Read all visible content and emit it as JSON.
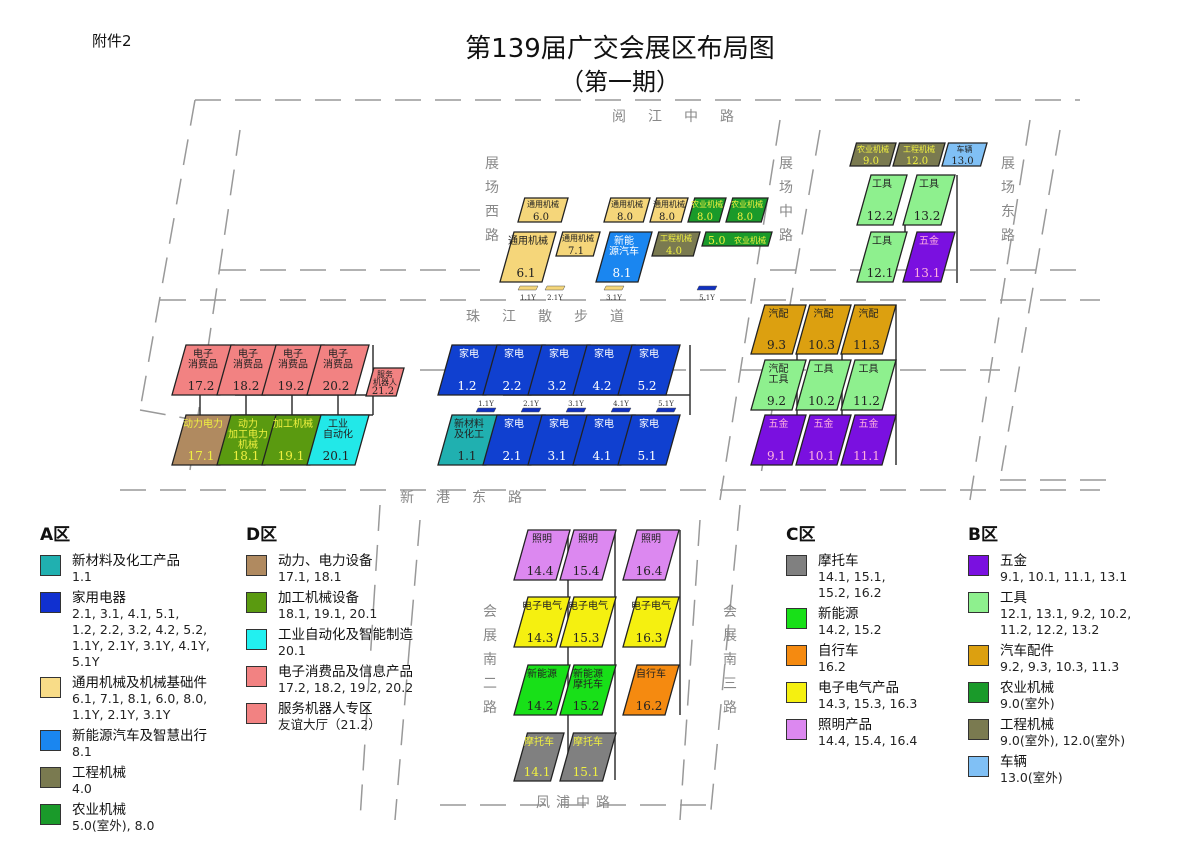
{
  "header": {
    "attachment": "附件2",
    "title": "第139届广交会展区布局图",
    "subtitle": "（第一期）"
  },
  "roads": {
    "north": "阅江中路",
    "middle": "珠江散步道",
    "south": "新港东路",
    "bottom": "凤浦中路",
    "west": "展场西路",
    "center": "展场中路",
    "east": "展场东路",
    "south2": "会展南二路",
    "south3": "会展南三路"
  },
  "halls": [
    {
      "id": "17.2",
      "label": "电子消费品",
      "color": "#f28282"
    },
    {
      "id": "18.2",
      "label": "电子消费品",
      "color": "#f28282"
    },
    {
      "id": "19.2",
      "label": "电子消费品",
      "color": "#f28282"
    },
    {
      "id": "20.2",
      "label": "电子消费品",
      "color": "#f28282"
    },
    {
      "id": "21.2",
      "label": "服务机器人",
      "color": "#f28282"
    },
    {
      "id": "17.1",
      "label": "动力电力",
      "color": "#b08a60"
    },
    {
      "id": "18.1",
      "label": "动力 加工电力 机械",
      "color": "#5a9a10"
    },
    {
      "id": "19.1",
      "label": "加工机械",
      "color": "#5a9a10"
    },
    {
      "id": "20.1",
      "label": "工业自动化",
      "color": "#22e8e8"
    },
    {
      "id": "1.2",
      "label": "家电",
      "color": "#1040d0"
    },
    {
      "id": "2.2",
      "label": "家电",
      "color": "#1040d0"
    },
    {
      "id": "3.2",
      "label": "家电",
      "color": "#1040d0"
    },
    {
      "id": "4.2",
      "label": "家电",
      "color": "#1040d0"
    },
    {
      "id": "5.2",
      "label": "家电",
      "color": "#1040d0"
    },
    {
      "id": "1.1",
      "label": "新材料及化工",
      "color": "#20b0b0"
    },
    {
      "id": "2.1",
      "label": "家电",
      "color": "#1040d0"
    },
    {
      "id": "3.1",
      "label": "家电",
      "color": "#1040d0"
    },
    {
      "id": "4.1",
      "label": "家电",
      "color": "#1040d0"
    },
    {
      "id": "5.1",
      "label": "家电",
      "color": "#1040d0"
    },
    {
      "id": "6.0",
      "label": "通用机械",
      "color": "#f5d67a"
    },
    {
      "id": "6.1",
      "label": "通用机械",
      "color": "#f5d67a"
    },
    {
      "id": "7.1",
      "label": "通用机械",
      "color": "#f5d67a"
    },
    {
      "id": "8.0",
      "label": "通用机械",
      "color": "#f5d67a"
    },
    {
      "id": "8.0",
      "label": "通用机械",
      "color": "#f5d67a"
    },
    {
      "id": "8.0",
      "label": "农业机械",
      "color": "#1a9a2a"
    },
    {
      "id": "8.0",
      "label": "农业机械",
      "color": "#1a9a2a"
    },
    {
      "id": "8.1",
      "label": "新能源汽车",
      "color": "#1a86f0"
    },
    {
      "id": "4.0",
      "label": "工程机械",
      "color": "#7a7a50"
    },
    {
      "id": "5.0",
      "label": "农业机械",
      "color": "#1a9a2a"
    },
    {
      "id": "9.0",
      "label": "农业机械",
      "color": "#7a7a50"
    },
    {
      "id": "12.0",
      "label": "工程机械",
      "color": "#7a7a50"
    },
    {
      "id": "13.0",
      "label": "车辆",
      "color": "#80c0f5"
    },
    {
      "id": "12.2",
      "label": "工具",
      "color": "#8ef08e"
    },
    {
      "id": "13.2",
      "label": "工具",
      "color": "#8ef08e"
    },
    {
      "id": "12.1",
      "label": "工具",
      "color": "#8ef08e"
    },
    {
      "id": "13.1",
      "label": "五金",
      "color": "#7a10e0"
    },
    {
      "id": "9.3",
      "label": "汽配",
      "color": "#dca010"
    },
    {
      "id": "10.3",
      "label": "汽配",
      "color": "#dca010"
    },
    {
      "id": "11.3",
      "label": "汽配",
      "color": "#dca010"
    },
    {
      "id": "9.2",
      "label": "汽配 工具",
      "color": "#8ef08e"
    },
    {
      "id": "10.2",
      "label": "工具",
      "color": "#8ef08e"
    },
    {
      "id": "11.2",
      "label": "工具",
      "color": "#8ef08e"
    },
    {
      "id": "9.1",
      "label": "五金",
      "color": "#7a10e0"
    },
    {
      "id": "10.1",
      "label": "五金",
      "color": "#7a10e0"
    },
    {
      "id": "11.1",
      "label": "五金",
      "color": "#7a10e0"
    },
    {
      "id": "14.4",
      "label": "照明",
      "color": "#dc88f0"
    },
    {
      "id": "15.4",
      "label": "照明",
      "color": "#dc88f0"
    },
    {
      "id": "16.4",
      "label": "照明",
      "color": "#dc88f0"
    },
    {
      "id": "14.3",
      "label": "电子电气",
      "color": "#f5f010"
    },
    {
      "id": "15.3",
      "label": "电子电气",
      "color": "#f5f010"
    },
    {
      "id": "16.3",
      "label": "电子电气",
      "color": "#f5f010"
    },
    {
      "id": "14.2",
      "label": "新能源",
      "color": "#18e018"
    },
    {
      "id": "15.2",
      "label": "新能源 摩托车",
      "color": "#18e018"
    },
    {
      "id": "16.2",
      "label": "自行车",
      "color": "#f58a10"
    },
    {
      "id": "14.1",
      "label": "摩托车",
      "color": "#808080"
    },
    {
      "id": "15.1",
      "label": "摩托车",
      "color": "#808080"
    }
  ],
  "y_halls": [
    "1.1Y",
    "2.1Y",
    "3.1Y",
    "5.1Y",
    "1.1Y",
    "2.1Y",
    "3.1Y",
    "4.1Y",
    "5.1Y"
  ],
  "legend": {
    "A": {
      "title": "A区",
      "items": [
        {
          "name": "新材料及化工产品",
          "codes": "1.1",
          "color": "#20b0b0"
        },
        {
          "name": "家用电器",
          "codes": "2.1, 3.1, 4.1, 5.1,\n1.2, 2.2, 3.2, 4.2, 5.2,\n1.1Y, 2.1Y, 3.1Y, 4.1Y, 5.1Y",
          "color": "#1030d0"
        },
        {
          "name": "通用机械及机械基础件",
          "codes": "6.1, 7.1, 8.1, 6.0, 8.0,\n1.1Y, 2.1Y, 3.1Y",
          "color": "#f8dc88"
        },
        {
          "name": "新能源汽车及智慧出行",
          "codes": "8.1",
          "color": "#1a86f0"
        },
        {
          "name": "工程机械",
          "codes": "4.0",
          "color": "#7a7a50"
        },
        {
          "name": "农业机械",
          "codes": "5.0(室外), 8.0",
          "color": "#1a9a2a"
        }
      ]
    },
    "D": {
      "title": "D区",
      "items": [
        {
          "name": "动力、电力设备",
          "codes": "17.1, 18.1",
          "color": "#b08a60"
        },
        {
          "name": "加工机械设备",
          "codes": "18.1, 19.1, 20.1",
          "color": "#5a9a10"
        },
        {
          "name": "工业自动化及智能制造",
          "codes": "20.1",
          "color": "#22f0f0"
        },
        {
          "name": "电子消费品及信息产品",
          "codes": "17.2, 18.2, 19.2, 20.2",
          "color": "#f28282"
        },
        {
          "name": "服务机器人专区",
          "codes": "友谊大厅（21.2）",
          "color": "#f28282"
        }
      ]
    },
    "C": {
      "title": "C区",
      "items": [
        {
          "name": "摩托车",
          "codes": "14.1, 15.1,\n15.2, 16.2",
          "color": "#808080"
        },
        {
          "name": "新能源",
          "codes": "14.2, 15.2",
          "color": "#18e018"
        },
        {
          "name": "自行车",
          "codes": "16.2",
          "color": "#f58a10"
        },
        {
          "name": "电子电气产品",
          "codes": "14.3, 15.3, 16.3",
          "color": "#f5f010"
        },
        {
          "name": "照明产品",
          "codes": "14.4, 15.4, 16.4",
          "color": "#dc88f0"
        }
      ]
    },
    "B": {
      "title": "B区",
      "items": [
        {
          "name": "五金",
          "codes": "9.1, 10.1, 11.1, 13.1",
          "color": "#7a10e0"
        },
        {
          "name": "工具",
          "codes": "12.1, 13.1, 9.2, 10.2,\n11.2, 12.2, 13.2",
          "color": "#8ef08e"
        },
        {
          "name": "汽车配件",
          "codes": "9.2, 9.3, 10.3, 11.3",
          "color": "#dca010"
        },
        {
          "name": "农业机械",
          "codes": "9.0(室外)",
          "color": "#1a9a2a"
        },
        {
          "name": "工程机械",
          "codes": "9.0(室外), 12.0(室外)",
          "color": "#7a7a50"
        },
        {
          "name": "车辆",
          "codes": "13.0(室外)",
          "color": "#80c0f5"
        }
      ]
    }
  }
}
